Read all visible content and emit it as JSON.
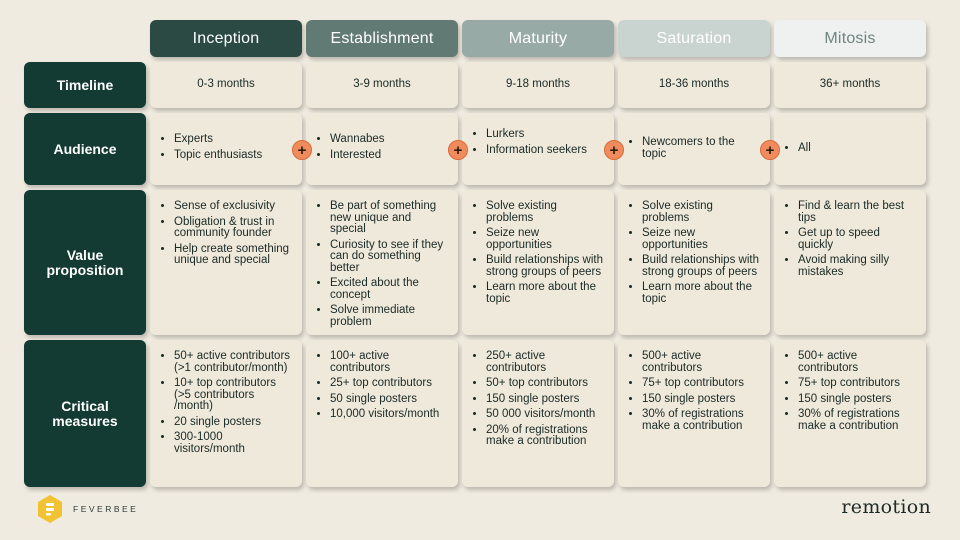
{
  "phases": [
    "Inception",
    "Establishment",
    "Maturity",
    "Saturation",
    "Mitosis"
  ],
  "rows": {
    "timeline": {
      "label": "Timeline",
      "values": [
        "0-3 months",
        "3-9 months",
        "9-18 months",
        "18-36 months",
        "36+ months"
      ]
    },
    "audience": {
      "label": "Audience",
      "items": [
        [
          "Experts",
          "Topic enthusiasts"
        ],
        [
          "Wannabes",
          "Interested"
        ],
        [
          "Lurkers",
          "Information seekers"
        ],
        [
          "Newcomers to the topic"
        ],
        [
          "All"
        ]
      ],
      "plus_symbol": "+"
    },
    "value": {
      "label": "Value proposition",
      "items": [
        [
          "Sense of exclusivity",
          "Obligation & trust in community founder",
          "Help create something unique and special"
        ],
        [
          "Be part of something new unique and special",
          "Curiosity to see if they can do something better",
          "Excited about the concept",
          "Solve immediate problem"
        ],
        [
          "Solve existing problems",
          "Seize new opportunities",
          "Build relationships with strong groups of peers",
          "Learn more about the topic"
        ],
        [
          "Solve existing problems",
          "Seize new opportunities",
          "Build relationships with strong groups of peers",
          "Learn more about the topic"
        ],
        [
          "Find & learn the best tips",
          "Get up to speed quickly",
          "Avoid making silly mistakes"
        ]
      ]
    },
    "measures": {
      "label": "Critical measures",
      "items": [
        [
          "50+ active contributors (>1 contributor/month)",
          "10+ top contributors (>5 contributors /month)",
          "20 single posters",
          "300-1000 visitors/month"
        ],
        [
          "100+ active contributors",
          "25+ top contributors",
          "50 single posters",
          "10,000 visitors/month"
        ],
        [
          "250+ active contributors",
          "50+ top contributors",
          "150 single posters",
          "50 000 visitors/month",
          "20% of registrations make a contribution"
        ],
        [
          "500+ active contributors",
          "75+ top contributors",
          "150 single posters",
          "30% of registrations make a contribution"
        ],
        [
          "500+ active contributors",
          "75+ top contributors",
          "150 single posters",
          "30% of registrations make a contribution"
        ]
      ]
    }
  },
  "branding": {
    "left_logo_text": "FEVERBEE",
    "right_logo_text": "remotion"
  },
  "colors": {
    "row_header": "#133a33",
    "cell_bg": "#efe9dc",
    "plus_accent": "#ef8b5c",
    "bee_yellow": "#f1c232"
  }
}
